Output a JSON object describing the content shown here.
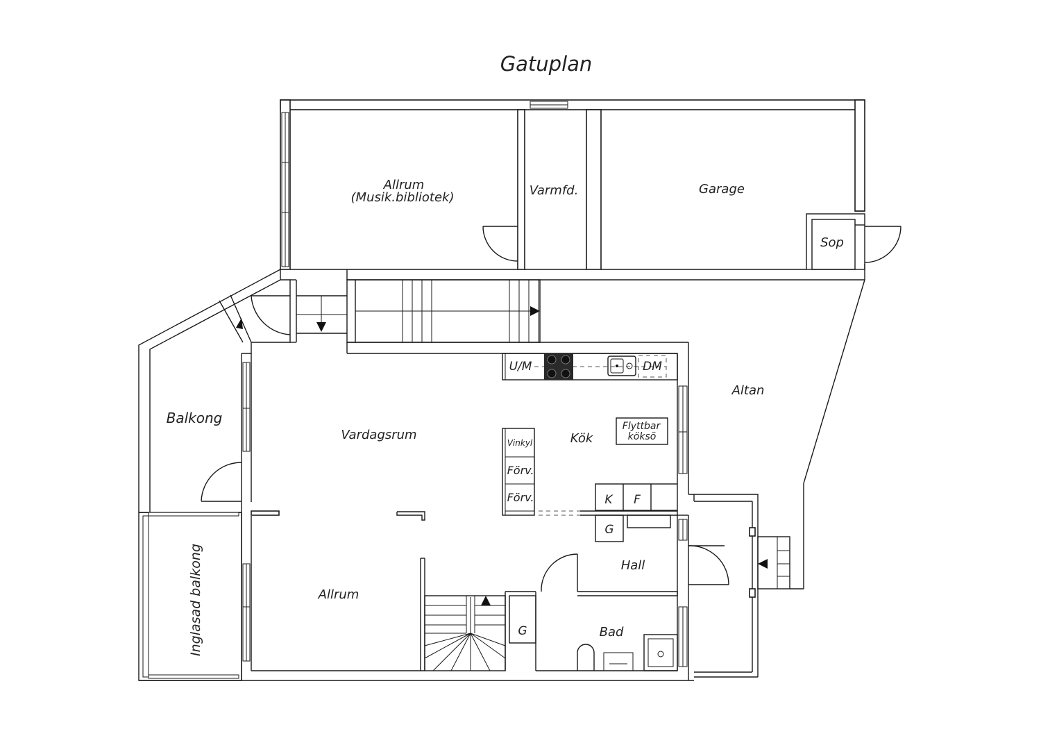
{
  "title": "Gatuplan",
  "rooms": {
    "allrum_top": "Allrum",
    "allrum_top_sub": "(Musik.bibliotek)",
    "varmfd": "Varmfd.",
    "garage": "Garage",
    "sop": "Sop",
    "altan": "Altan",
    "balkong": "Balkong",
    "vardagsrum": "Vardagsrum",
    "kok": "Kök",
    "flyttbar_1": "Flyttbar",
    "flyttbar_2": "köksö",
    "um": "U/M",
    "dm": "DM",
    "vinkyl": "Vinkyl",
    "forv_1": "Förv.",
    "forv_2": "Förv.",
    "k": "K",
    "f": "F",
    "g_kitchen": "G",
    "hall": "Hall",
    "allrum_bottom": "Allrum",
    "g_bath": "G",
    "bad": "Bad",
    "inglasad_balkong": "Inglasad balkong"
  }
}
